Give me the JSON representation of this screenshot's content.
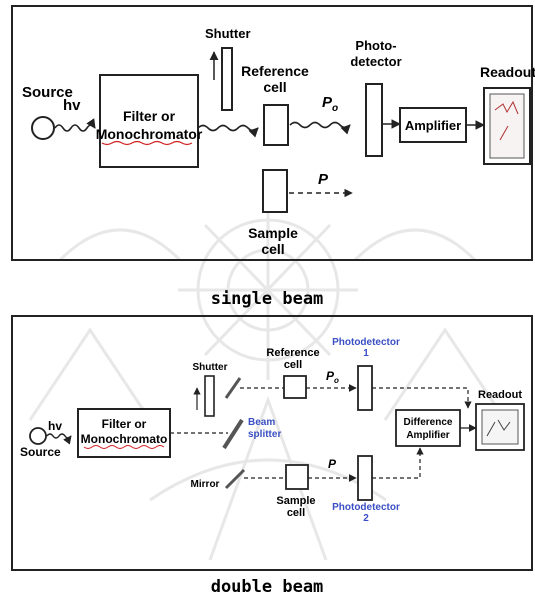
{
  "single_beam": {
    "caption": "single beam",
    "labels": {
      "source": "Source",
      "hv": "hv",
      "filter_line1": "Filter or",
      "filter_line2": "Monochromator",
      "shutter": "Shutter",
      "reference_cell_line1": "Reference",
      "reference_cell_line2": "cell",
      "p0": "P",
      "p0_sub": "o",
      "p": "P",
      "photodetector_line1": "Photo-",
      "photodetector_line2": "detector",
      "amplifier": "Amplifier",
      "readout": "Readout",
      "sample_cell_line1": "Sample",
      "sample_cell_line2": "cell"
    }
  },
  "double_beam": {
    "caption": "double beam",
    "labels": {
      "source": "Source",
      "hv": "hv",
      "filter_line1": "Filter or",
      "filter_line2": "Monochromato",
      "shutter": "Shutter",
      "beam_splitter_line1": "Beam",
      "beam_splitter_line2": "splitter",
      "mirror": "Mirror",
      "reference_cell_line1": "Reference",
      "reference_cell_line2": "cell",
      "photodetector1_line1": "Photodetector",
      "photodetector1_line2": "1",
      "p0": "P",
      "p0_sub": "o",
      "p": "P",
      "difference_amp_line1": "Difference",
      "difference_amp_line2": "Amplifier",
      "readout": "Readout",
      "sample_cell_line1": "Sample",
      "sample_cell_line2": "cell",
      "photodetector2_line1": "Photodetector",
      "photodetector2_line2": "2"
    }
  },
  "colors": {
    "line": "#222222",
    "blue_label": "#3a4fc4",
    "red_underline": "#d02020",
    "watermark": "#cfcfcf"
  }
}
